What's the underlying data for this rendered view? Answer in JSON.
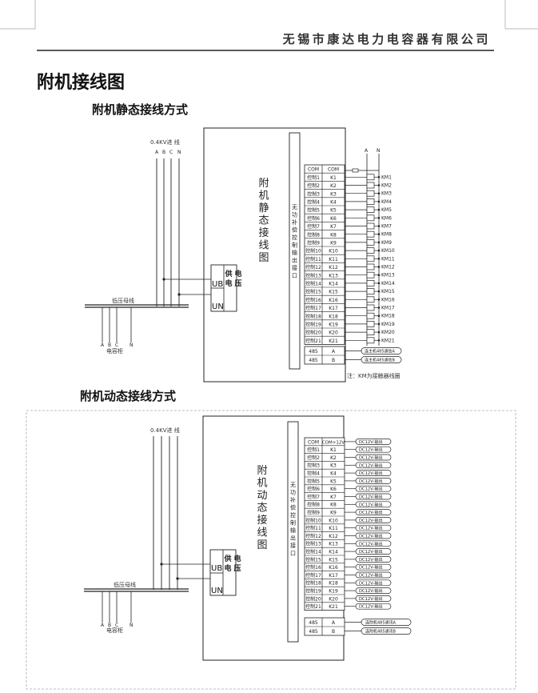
{
  "header": {
    "company": "无锡市康达电力电容器有限公司"
  },
  "page_title": "附机接线图",
  "static_section": {
    "title": "附机静态接线方式",
    "incoming_label": "0.4KV进 线",
    "phases": [
      "A",
      "B",
      "C",
      "N"
    ],
    "busbar_label": "低压母线",
    "capacitor_label": "电容柜",
    "cabinet_title": "附机静态接线图",
    "supply_label": "供电电压",
    "ub": "UB",
    "un": "UN",
    "port_label": "无功补偿控制输出接口",
    "an_labels": [
      "A",
      "N"
    ],
    "com_row": [
      "COM",
      "COM"
    ],
    "rows": [
      {
        "c": "控制1",
        "k": "K1",
        "o": "KM1"
      },
      {
        "c": "控制2",
        "k": "K2",
        "o": "KM2"
      },
      {
        "c": "控制3",
        "k": "K3",
        "o": "KM3"
      },
      {
        "c": "控制4",
        "k": "K4",
        "o": "KM4"
      },
      {
        "c": "控制5",
        "k": "K5",
        "o": "KM5"
      },
      {
        "c": "控制6",
        "k": "K6",
        "o": "KM6"
      },
      {
        "c": "控制7",
        "k": "K7",
        "o": "KM7"
      },
      {
        "c": "控制8",
        "k": "K8",
        "o": "KM8"
      },
      {
        "c": "控制9",
        "k": "K9",
        "o": "KM9"
      },
      {
        "c": "控制10",
        "k": "K10",
        "o": "KM10"
      },
      {
        "c": "控制11",
        "k": "K11",
        "o": "KM11"
      },
      {
        "c": "控制12",
        "k": "K12",
        "o": "KM12"
      },
      {
        "c": "控制13",
        "k": "K13",
        "o": "KM13"
      },
      {
        "c": "控制14",
        "k": "K14",
        "o": "KM14"
      },
      {
        "c": "控制15",
        "k": "K15",
        "o": "KM15"
      },
      {
        "c": "控制16",
        "k": "K16",
        "o": "KM16"
      },
      {
        "c": "控制17",
        "k": "K17",
        "o": "KM17"
      },
      {
        "c": "控制18",
        "k": "K18",
        "o": "KM18"
      },
      {
        "c": "控制19",
        "k": "K19",
        "o": "KM19"
      },
      {
        "c": "控制20",
        "k": "K20",
        "o": "KM20"
      },
      {
        "c": "控制21",
        "k": "K21",
        "o": "KM21"
      }
    ],
    "comm": [
      {
        "c": "485",
        "k": "A",
        "o": "连主机485通信A"
      },
      {
        "c": "485",
        "k": "B",
        "o": "连主机485通信B"
      }
    ],
    "note": "注：KM为接触器线圈"
  },
  "dynamic_section": {
    "title": "附机动态接线方式",
    "incoming_label": "0.4KV进 线",
    "phases": [
      "A",
      "B",
      "C",
      "N"
    ],
    "busbar_label": "低压母线",
    "capacitor_label": "电容柜",
    "cabinet_title": "附机动态接线图",
    "supply_label": "供电电压",
    "ub": "UB",
    "un": "UN",
    "port_label": "无功补偿控制输出接口",
    "com_row": [
      "COM",
      "COM+12V"
    ],
    "output_label": "DC12V-输出",
    "rows": [
      {
        "c": "控制1",
        "k": "K1"
      },
      {
        "c": "控制2",
        "k": "K2"
      },
      {
        "c": "控制3",
        "k": "K3"
      },
      {
        "c": "控制4",
        "k": "K4"
      },
      {
        "c": "控制5",
        "k": "K5"
      },
      {
        "c": "控制6",
        "k": "K6"
      },
      {
        "c": "控制7",
        "k": "K7"
      },
      {
        "c": "控制8",
        "k": "K8"
      },
      {
        "c": "控制9",
        "k": "K9"
      },
      {
        "c": "控制10",
        "k": "K10"
      },
      {
        "c": "控制11",
        "k": "K11"
      },
      {
        "c": "控制12",
        "k": "K12"
      },
      {
        "c": "控制13",
        "k": "K13"
      },
      {
        "c": "控制14",
        "k": "K14"
      },
      {
        "c": "控制15",
        "k": "K15"
      },
      {
        "c": "控制16",
        "k": "K16"
      },
      {
        "c": "控制17",
        "k": "K17"
      },
      {
        "c": "控制18",
        "k": "K18"
      },
      {
        "c": "控制19",
        "k": "K19"
      },
      {
        "c": "控制20",
        "k": "K20"
      },
      {
        "c": "控制21",
        "k": "K21"
      }
    ],
    "comm": [
      {
        "c": "485",
        "k": "A",
        "o": "连附机485通讯A"
      },
      {
        "c": "485",
        "k": "B",
        "o": "连附机485通讯B"
      }
    ]
  }
}
